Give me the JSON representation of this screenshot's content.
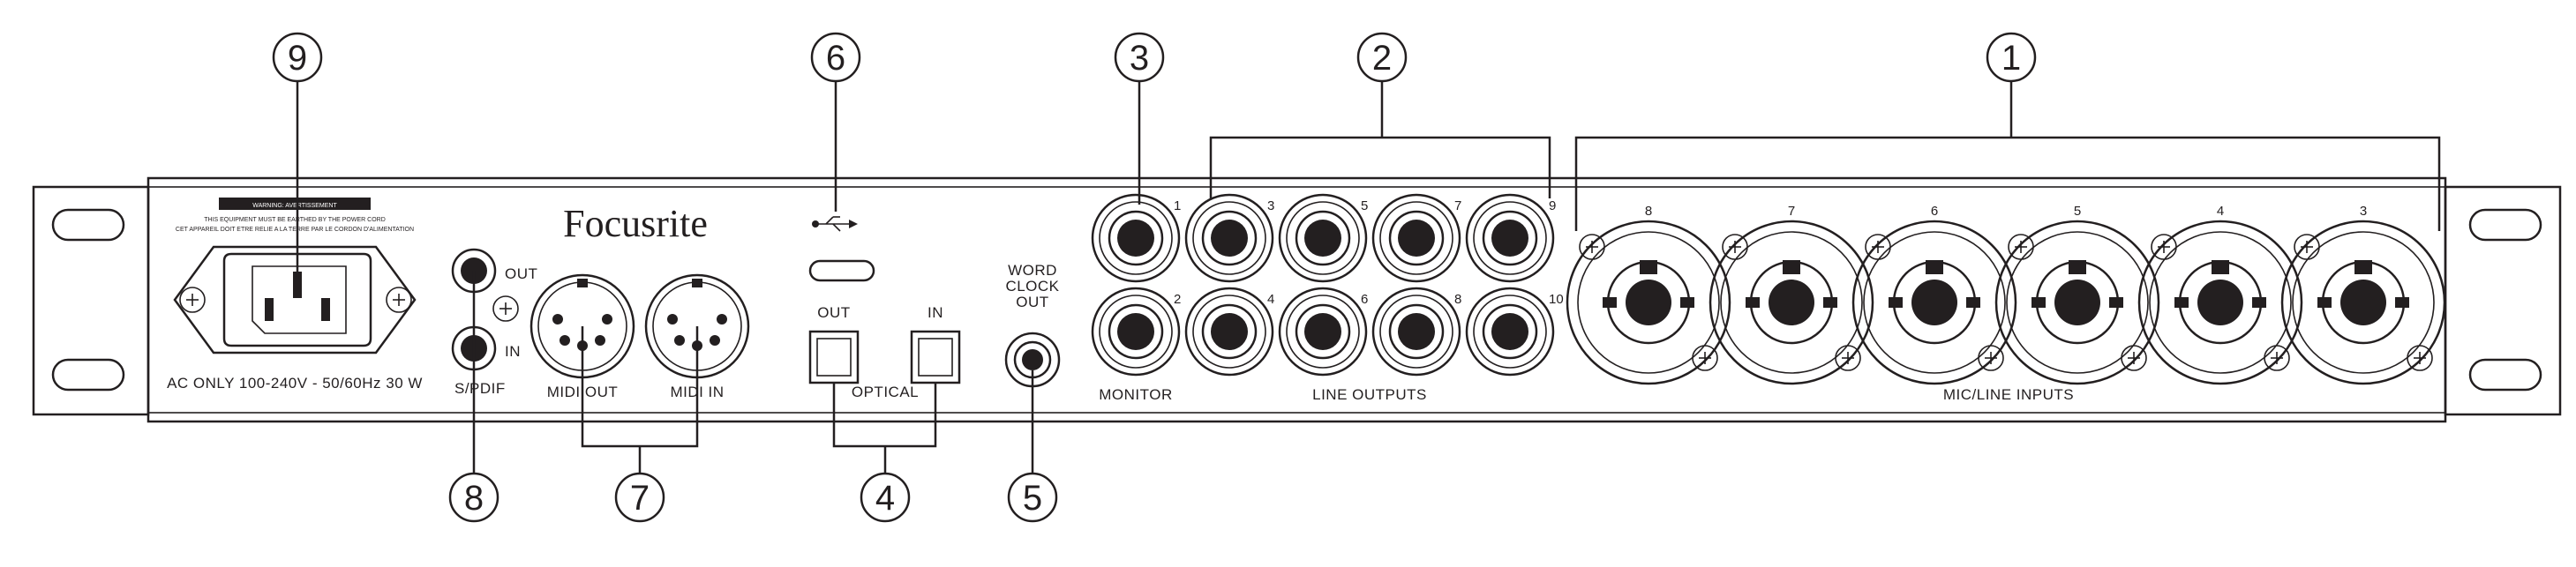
{
  "brand": "Focusrite",
  "warning": {
    "title": "WARNING: AVERTISSEMENT",
    "line1": "THIS EQUIPMENT MUST BE EARTHED BY THE POWER CORD",
    "line2": "CET APPAREIL DOIT ETRE RELIE A LA TERRE PAR LE CORDON D'ALIMENTATION"
  },
  "power_rating": "AC ONLY 100-240V - 50/60Hz 30 W",
  "spdif": {
    "out": "OUT",
    "in": "IN",
    "label": "S/PDIF"
  },
  "midi": {
    "out": "MIDI OUT",
    "in": "MIDI IN"
  },
  "optical": {
    "out": "OUT",
    "in": "IN",
    "label": "OPTICAL"
  },
  "word_clock": {
    "line1": "WORD",
    "line2": "CLOCK",
    "line3": "OUT"
  },
  "monitor": {
    "label": "MONITOR",
    "top": "1",
    "bottom": "2"
  },
  "line_outputs": {
    "label": "LINE OUTPUTS",
    "numbers": [
      "3",
      "4",
      "5",
      "6",
      "7",
      "8",
      "9",
      "10"
    ]
  },
  "mic_inputs": {
    "label": "MIC/LINE INPUTS",
    "numbers": [
      "8",
      "7",
      "6",
      "5",
      "4",
      "3"
    ]
  },
  "callouts": [
    "1",
    "2",
    "3",
    "4",
    "5",
    "6",
    "7",
    "8",
    "9"
  ]
}
